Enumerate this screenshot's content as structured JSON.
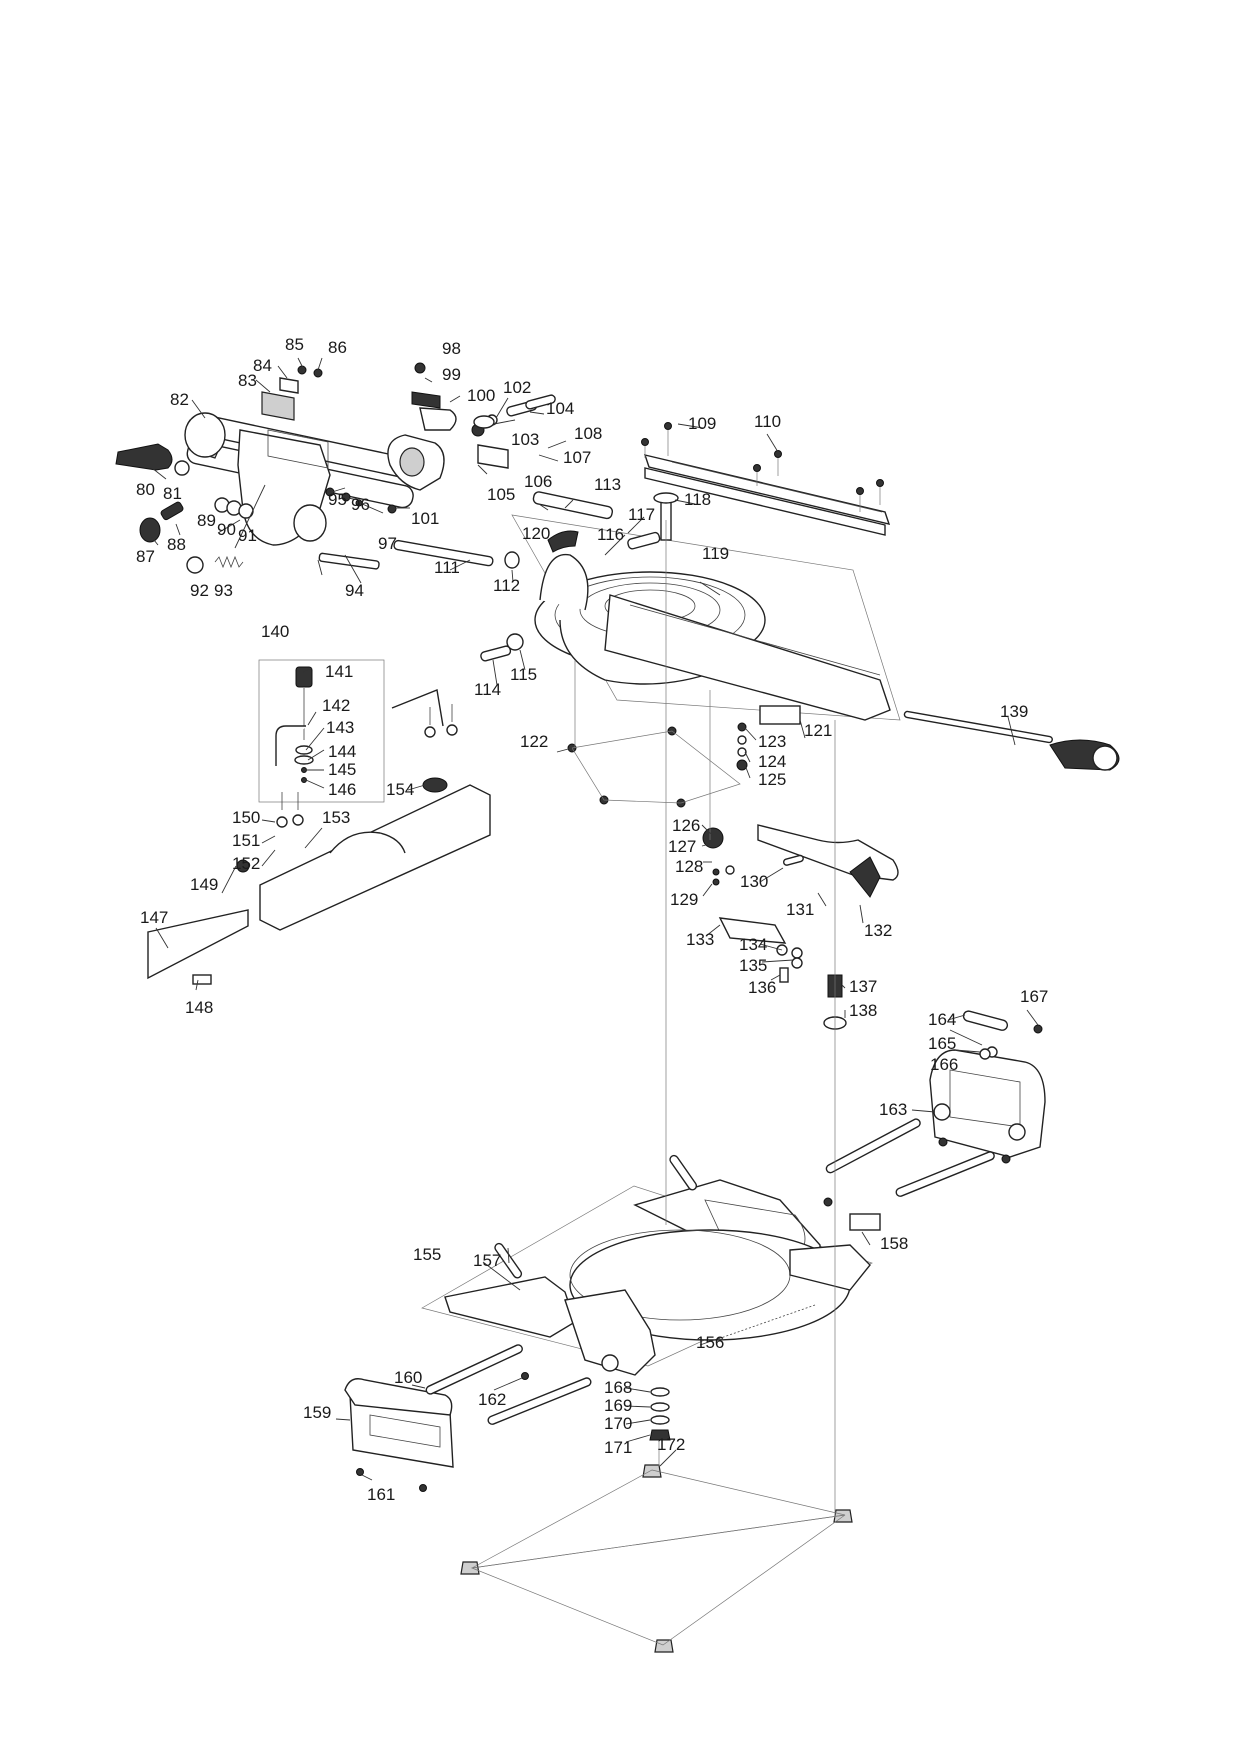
{
  "diagram": {
    "part_numbers": {
      "p80": "80",
      "p81": "81",
      "p82": "82",
      "p83": "83",
      "p84": "84",
      "p85": "85",
      "p86": "86",
      "p87": "87",
      "p88": "88",
      "p89": "89",
      "p90": "90",
      "p91": "91",
      "p92": "92",
      "p93": "93",
      "p94": "94",
      "p95": "95",
      "p96": "96",
      "p97": "97",
      "p98": "98",
      "p99": "99",
      "p100": "100",
      "p101": "101",
      "p102": "102",
      "p103": "103",
      "p104": "104",
      "p105": "105",
      "p106": "106",
      "p107": "107",
      "p108": "108",
      "p109": "109",
      "p110": "110",
      "p111": "111",
      "p112": "112",
      "p113": "113",
      "p114": "114",
      "p115": "115",
      "p116": "116",
      "p117": "117",
      "p118": "118",
      "p119": "119",
      "p120": "120",
      "p121": "121",
      "p122": "122",
      "p123": "123",
      "p124": "124",
      "p125": "125",
      "p126": "126",
      "p127": "127",
      "p128": "128",
      "p129": "129",
      "p130": "130",
      "p131": "131",
      "p132": "132",
      "p133": "133",
      "p134": "134",
      "p135": "135",
      "p136": "136",
      "p137": "137",
      "p138": "138",
      "p139": "139",
      "p140": "140",
      "p141": "141",
      "p142": "142",
      "p143": "143",
      "p144": "144",
      "p145": "145",
      "p146": "146",
      "p147": "147",
      "p148": "148",
      "p149": "149",
      "p150": "150",
      "p151": "151",
      "p152": "152",
      "p153": "153",
      "p154": "154",
      "p155": "155",
      "p156": "156",
      "p157": "157",
      "p158": "158",
      "p159": "159",
      "p160": "160",
      "p161": "161",
      "p162": "162",
      "p163": "163",
      "p164": "164",
      "p165": "165",
      "p166": "166",
      "p167": "167",
      "p168": "168",
      "p169": "169",
      "p170": "170",
      "p171": "171",
      "p172": "172"
    }
  }
}
